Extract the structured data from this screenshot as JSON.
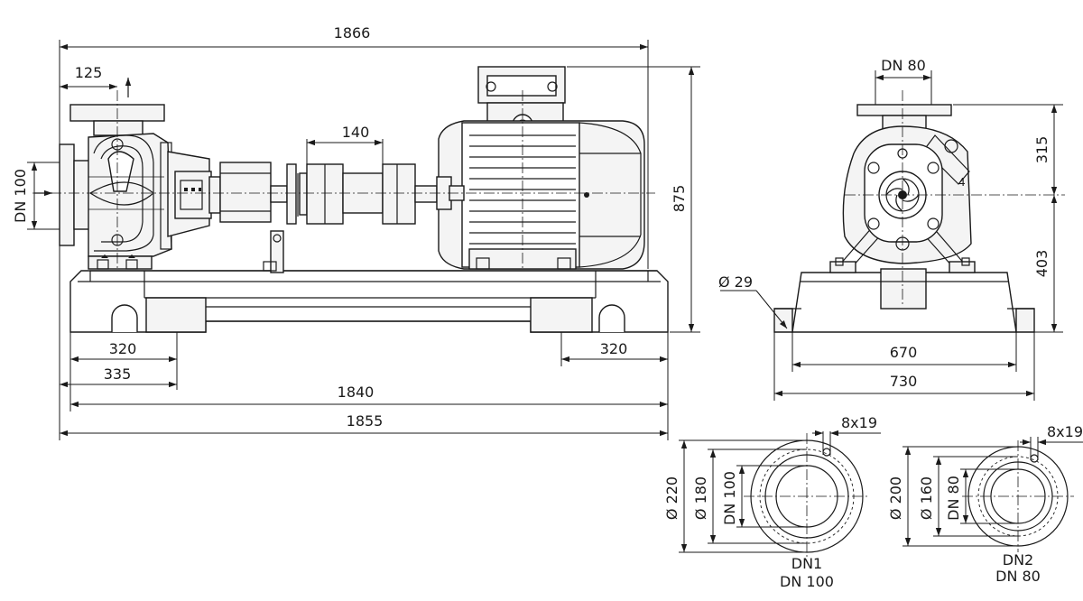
{
  "side_view": {
    "dims": {
      "overall_length": "1866",
      "inlet_offset": "125",
      "coupling_length": "140",
      "total_height": "875",
      "inlet_dn": "DN 100",
      "foot_left_1": "320",
      "foot_left_2": "335",
      "foot_right": "320",
      "base_length_1": "1840",
      "base_length_2": "1855"
    }
  },
  "end_view": {
    "dims": {
      "outlet_dn": "DN 80",
      "upper_height": "315",
      "lower_height": "403",
      "hole_diameter": "Ø 29",
      "width_inner": "670",
      "width_outer": "730"
    }
  },
  "flange_dn1": {
    "bolts": "8x19",
    "outer_diameter": "Ø 220",
    "bolt_circle": "Ø 180",
    "bore": "DN 100",
    "title": "DN1",
    "subtitle": "DN 100"
  },
  "flange_dn2": {
    "bolts": "8x19",
    "outer_diameter": "Ø 200",
    "bolt_circle": "Ø 160",
    "bore": "DN 80",
    "title": "DN2",
    "subtitle": "DN 80"
  }
}
